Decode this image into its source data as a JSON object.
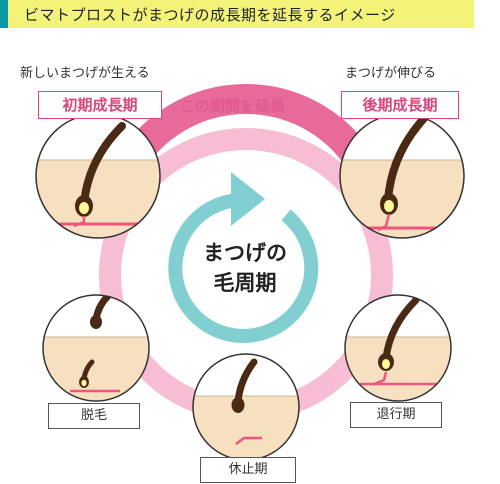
{
  "header": {
    "title": "ビマトプロストがまつげの成長期を延長するイメージ"
  },
  "captions": {
    "left": "新しいまつげが生える",
    "right": "まつげが伸びる"
  },
  "phases": {
    "early": "初期成長期",
    "late": "後期成長期",
    "extend": "この期間を延長"
  },
  "cycle": {
    "line1": "まつげの",
    "line2": "毛周期"
  },
  "stages": {
    "shedding": "脱毛",
    "resting": "休止期",
    "regressive": "退行期"
  },
  "colors": {
    "header_accent": "#0b9aa4",
    "header_bar": "#f3f37a",
    "growth_arc": "#e86a9a",
    "cycle_ring": "#f6bdd4",
    "center_arrow": "#82cfd2",
    "skin": "#f6e0c0",
    "hair": "#4a2a14",
    "root": "#f0547f"
  }
}
